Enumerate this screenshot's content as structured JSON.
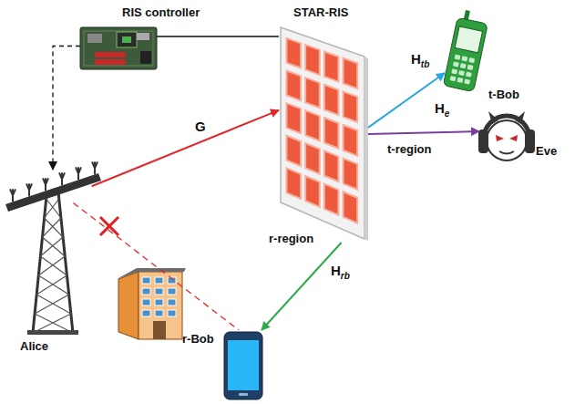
{
  "diagram": {
    "nodes": [
      {
        "text": [
          "RIS controller"
        ]
      },
      {
        "text": [
          "STAR-RIS"
        ]
      },
      {
        "text": [
          "t-Bob"
        ]
      },
      {
        "text": [
          "Eve"
        ]
      },
      {
        "text": [
          "Alice"
        ]
      },
      {
        "text": [
          "r-Bob"
        ]
      }
    ],
    "edges": [
      {
        "from": 0,
        "to": 1,
        "arrow": "none"
      },
      {
        "from": 0,
        "to": 4,
        "arrow": "to"
      },
      {
        "from": 4,
        "to": 1,
        "label": "G",
        "arrow": "to"
      },
      {
        "from": 1,
        "to": 2,
        "label": "Htb",
        "arrow": "to"
      },
      {
        "from": 1,
        "to": 3,
        "label": "He",
        "arrow": "to"
      },
      {
        "from": 1,
        "to": 5,
        "label": "Hrb",
        "arrow": "to"
      },
      {
        "from": 4,
        "to": 5,
        "arrow": "none"
      }
    ],
    "labels": [
      "t-region",
      "r-region"
    ]
  }
}
